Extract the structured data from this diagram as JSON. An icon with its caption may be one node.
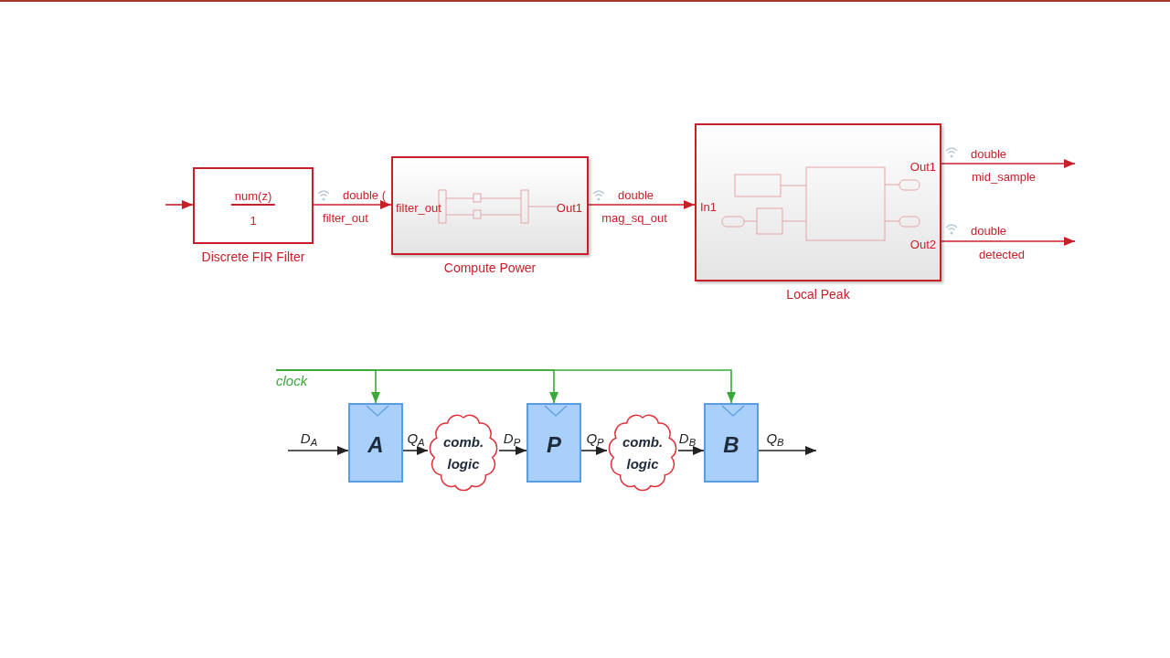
{
  "diagram": {
    "nodes": [
      {
        "text": [
          "num(z)",
          "1"
        ],
        "beside": [
          "Discrete FIR Filter"
        ]
      },
      {
        "text": [
          "filter_out",
          "Out1"
        ],
        "beside": [
          "Compute Power"
        ]
      },
      {
        "text": [
          "In1",
          "Out1",
          "Out2"
        ],
        "beside": [
          "Local Peak"
        ]
      },
      {
        "text": [
          "clock"
        ]
      },
      {
        "text": [
          "A"
        ]
      },
      {
        "text": [
          "comb. logic"
        ]
      },
      {
        "text": [
          "P"
        ]
      },
      {
        "text": [
          "comb. logic"
        ]
      },
      {
        "text": [
          "B"
        ]
      }
    ],
    "edges": [
      {
        "from": null,
        "to": 0,
        "arrow": "to",
        "color": "#c8202b"
      },
      {
        "from": 0,
        "to": 1,
        "arrow": "to",
        "label": "filter_out",
        "color": "#c8202b"
      },
      {
        "from": 1,
        "to": 2,
        "arrow": "to",
        "label": "mag_sq_out",
        "color": "#c8202b"
      },
      {
        "from": 2,
        "to": null,
        "arrow": "to",
        "label": "mid_sample",
        "color": "#c8202b"
      },
      {
        "from": 2,
        "to": null,
        "arrow": "to",
        "label": "detected",
        "color": "#c8202b"
      },
      {
        "from": null,
        "to": 4,
        "arrow": "to",
        "label": "D$_{A}$"
      },
      {
        "from": 4,
        "to": 5,
        "arrow": "to",
        "label": "Q$_{A}$"
      },
      {
        "from": 5,
        "to": 6,
        "arrow": "to",
        "label": "D$_{P}$"
      },
      {
        "from": 6,
        "to": 7,
        "arrow": "to",
        "label": "Q$_{P}$"
      },
      {
        "from": 7,
        "to": 8,
        "arrow": "to",
        "label": "D$_{B}$"
      },
      {
        "from": 8,
        "to": null,
        "arrow": "to",
        "label": "Q$_{B}$"
      },
      {
        "from": 3,
        "to": 4,
        "arrow": "to",
        "color": "#3aa935"
      },
      {
        "from": 3,
        "to": 6,
        "arrow": "to",
        "color": "#3aa935"
      },
      {
        "from": 3,
        "to": 8,
        "arrow": "to",
        "color": "#3aa935"
      }
    ],
    "labels": [
      "double (",
      "double",
      "double",
      "double"
    ]
  }
}
